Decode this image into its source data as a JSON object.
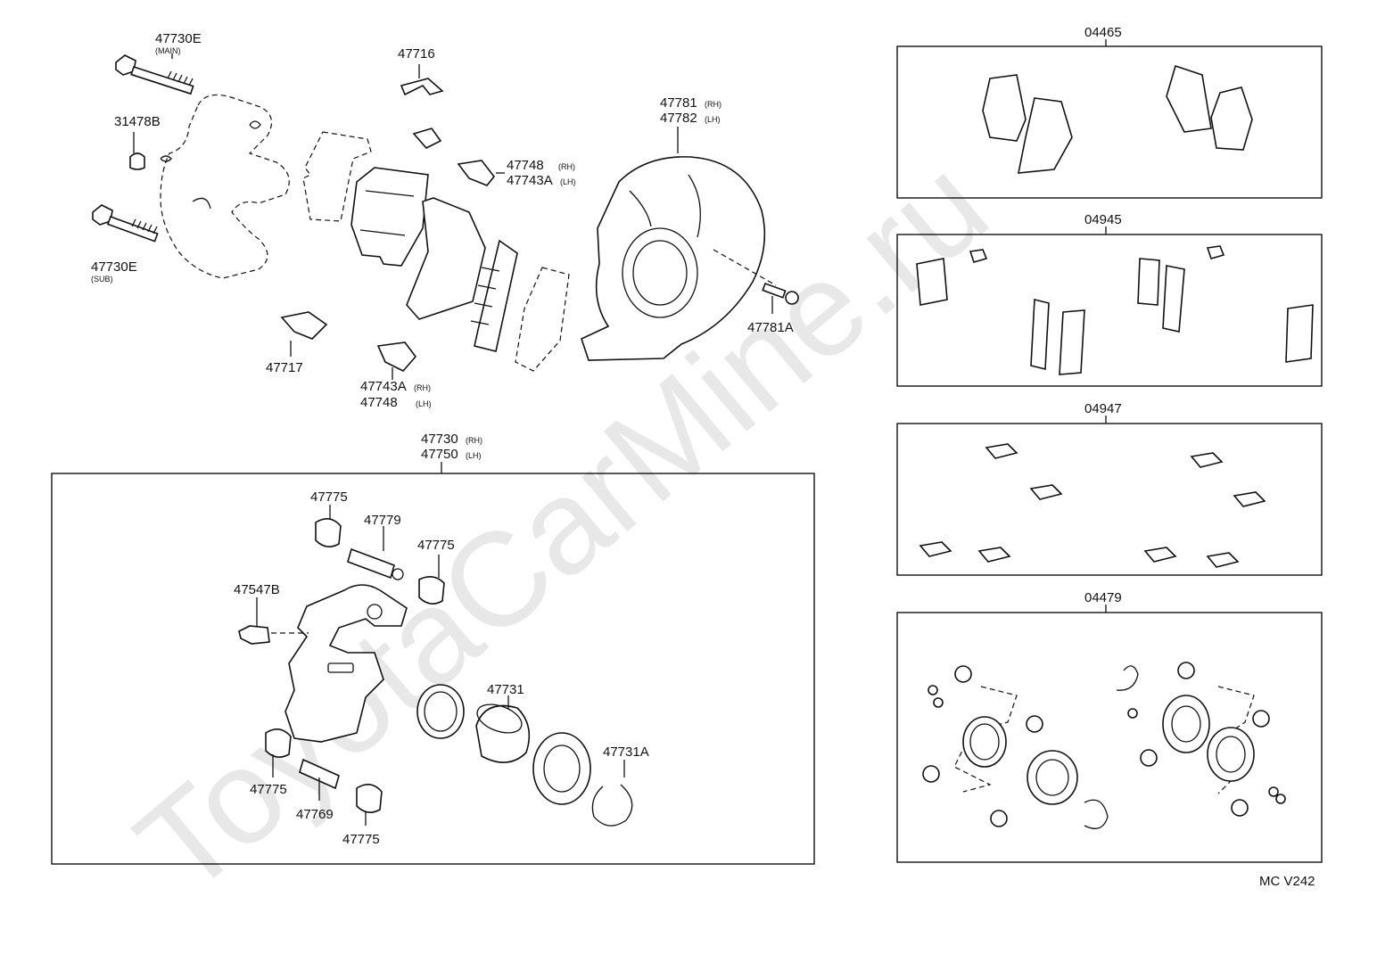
{
  "watermark": "ToyotaCarMine.ru",
  "diagram_code": "MC V242",
  "kits": {
    "k04465": "04465",
    "k04945": "04945",
    "k04947": "04947",
    "k04479": "04479"
  },
  "parts": {
    "p47730E_main": "47730E",
    "p47730E_main_note": "(MAIN)",
    "p47730E_sub": "47730E",
    "p47730E_sub_note": "(SUB)",
    "p31478B": "31478B",
    "p47716": "47716",
    "p47748_a": "47748",
    "p47748_a_note": "(RH)",
    "p47743A_a": "47743A",
    "p47743A_a_note": "(LH)",
    "p47717": "47717",
    "p47743A_b": "47743A",
    "p47743A_b_note": "(RH)",
    "p47748_b": "47748",
    "p47748_b_note": "(LH)",
    "p47781": "47781",
    "p47781_note": "(RH)",
    "p47782": "47782",
    "p47782_note": "(LH)",
    "p47781A": "47781A",
    "p47730": "47730",
    "p47730_note": "(RH)",
    "p47750": "47750",
    "p47750_note": "(LH)",
    "p47775_a": "47775",
    "p47779": "47779",
    "p47775_b": "47775",
    "p47547B": "47547B",
    "p47731": "47731",
    "p47731A": "47731A",
    "p47775_c": "47775",
    "p47769": "47769",
    "p47775_d": "47775"
  }
}
